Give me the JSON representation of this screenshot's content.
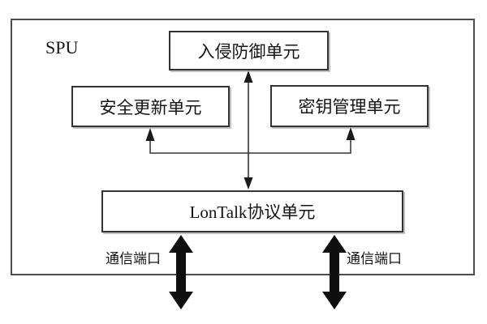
{
  "diagram": {
    "container_label": "SPU",
    "units": {
      "intrusion_prevention": "入侵防御单元",
      "security_update": "安全更新单元",
      "key_management": "密钥管理单元",
      "lontalk_protocol": "LonTalk协议单元"
    },
    "port_labels": {
      "left": "通信端口",
      "right": "通信端口"
    },
    "connections": [
      {
        "from": "lontalk_protocol",
        "to": "intrusion_prevention",
        "style": "double-headed-arrow"
      },
      {
        "from": "lontalk_protocol",
        "to": "security_update",
        "style": "arrow"
      },
      {
        "from": "lontalk_protocol",
        "to": "key_management",
        "style": "arrow"
      },
      {
        "from": "lontalk_protocol",
        "to": "external-port-left",
        "style": "thick-double-headed-arrow",
        "label": "通信端口"
      },
      {
        "from": "lontalk_protocol",
        "to": "external-port-right",
        "style": "thick-double-headed-arrow",
        "label": "通信端口"
      }
    ],
    "colors": {
      "background": "#ffffff",
      "outer_border": "#4d4d4d",
      "box_border": "#333333",
      "line": "#333333",
      "thick_arrow": "#0f0f0f",
      "text": "#141414"
    }
  }
}
